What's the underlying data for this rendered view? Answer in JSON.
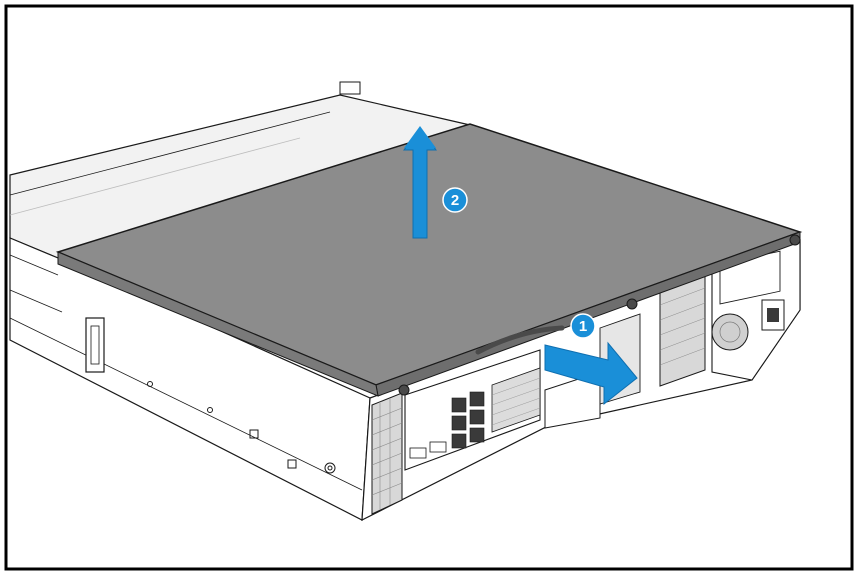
{
  "figure": {
    "steps": [
      {
        "number": "1",
        "action": "slide-cover-backward"
      },
      {
        "number": "2",
        "action": "lift-cover-up"
      }
    ],
    "colors": {
      "arrow": "#1a8fd8",
      "cover": "#8c8c8c",
      "frame": "#000000",
      "line": "#1a1a1a",
      "badge": "#1a8fd8"
    },
    "icons": [
      "up-arrow-icon",
      "right-arrow-icon",
      "step-badge-icon"
    ]
  }
}
